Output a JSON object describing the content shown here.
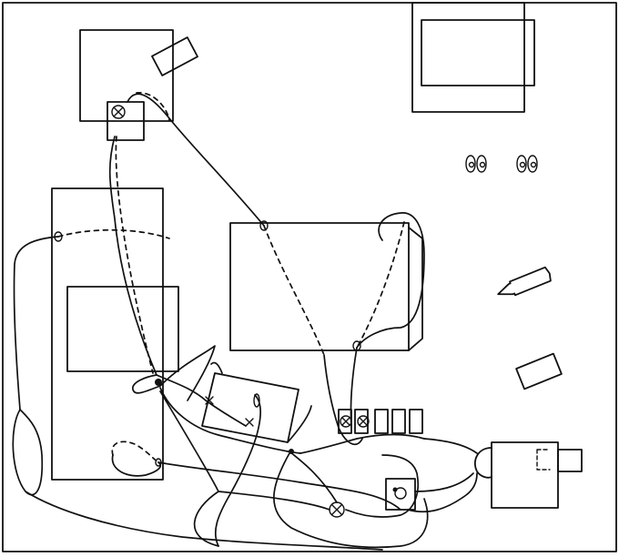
{
  "diagram": {
    "ink_color": "#111111",
    "paper_color": "#ffffff",
    "components": [
      "top-left-panel",
      "small-tilted-rectangle",
      "top-right-panel",
      "left-tall-panel",
      "center-box",
      "middle-tilted-box",
      "terminal-block",
      "right-side-box",
      "eye-symbols",
      "bottle-shape",
      "right-small-tilted-rectangle",
      "lamp-icons",
      "connection-points"
    ]
  }
}
